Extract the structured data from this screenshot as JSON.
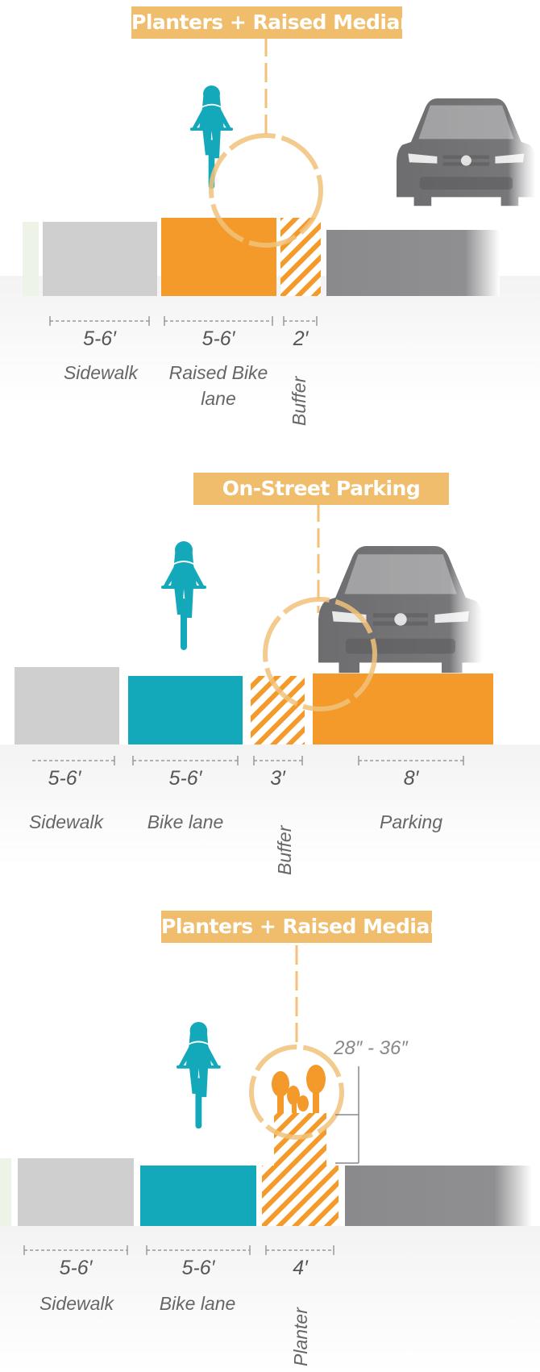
{
  "panels": [
    {
      "label": "Planters + Raised Medians",
      "dims": [
        "5-6′",
        "5-6′",
        "2′"
      ],
      "names": [
        "Sidewalk",
        "Raised Bike lane",
        "Buffer"
      ]
    },
    {
      "label": "On-Street Parking",
      "dims": [
        "5-6′",
        "5-6′",
        "3′",
        "8′"
      ],
      "names": [
        "Sidewalk",
        "Bike lane",
        "Buffer",
        "Parking"
      ]
    },
    {
      "label": "Planters + Raised Medians",
      "height_note": "28″ - 36″",
      "dims": [
        "5-6′",
        "5-6′",
        "4′"
      ],
      "names": [
        "Sidewalk",
        "Bike lane",
        "Planter"
      ]
    }
  ],
  "colors": {
    "label_bg": "#efbd6c",
    "orange": "#f49a2b",
    "teal": "#14a9ba",
    "sidewalk": "#cfcfcf",
    "road": "#8a8a8c",
    "callout": "#f1c27a"
  },
  "icons": [
    "cyclist-icon",
    "car-icon",
    "cactus-planter-icon"
  ]
}
